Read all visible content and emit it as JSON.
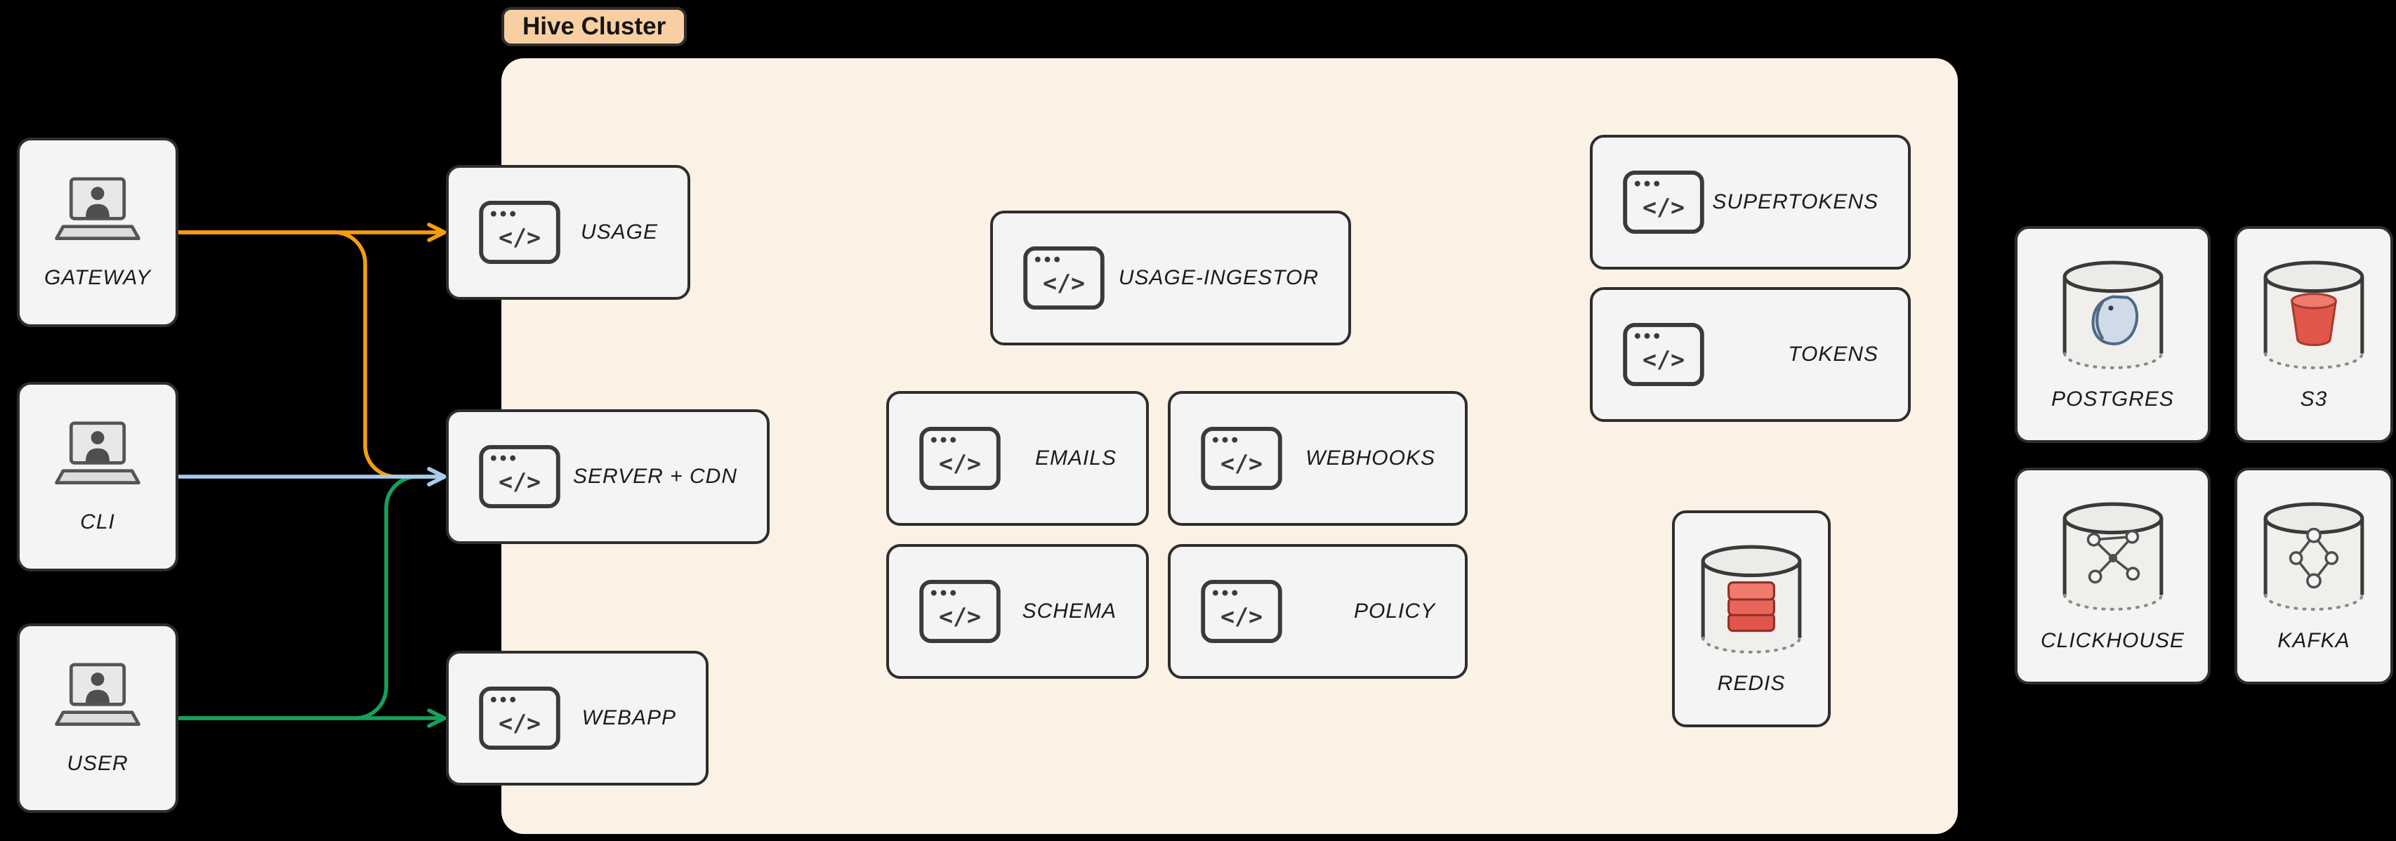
{
  "cluster": {
    "label": "Hive Cluster",
    "bg": "#fcf1e5",
    "tag_bg": "#f8cfa2"
  },
  "icons": {
    "code_glyph": "</>"
  },
  "nodes": {
    "gateway": {
      "label": "GATEWAY"
    },
    "cli": {
      "label": "CLI"
    },
    "user": {
      "label": "USER"
    },
    "usage": {
      "label": "USAGE"
    },
    "server_cdn": {
      "label": "SERVER + CDN"
    },
    "webapp": {
      "label": "WEBAPP"
    },
    "usage_ingestor": {
      "label": "USAGE-INGESTOR"
    },
    "emails": {
      "label": "EMAILS"
    },
    "webhooks": {
      "label": "WEBHOOKS"
    },
    "schema": {
      "label": "SCHEMA"
    },
    "policy": {
      "label": "POLICY"
    },
    "supertokens": {
      "label": "SUPERTOKENS"
    },
    "tokens": {
      "label": "TOKENS"
    },
    "redis": {
      "label": "REDIS"
    },
    "postgres": {
      "label": "POSTGRES"
    },
    "s3": {
      "label": "S3"
    },
    "clickhouse": {
      "label": "CLICKHOUSE"
    },
    "kafka": {
      "label": "KAFKA"
    }
  },
  "edges": [
    {
      "from": "GATEWAY",
      "to": "USAGE",
      "color": "#F59E0B"
    },
    {
      "from": "GATEWAY",
      "to": "SERVER + CDN",
      "color": "#F59E0B"
    },
    {
      "from": "CLI",
      "to": "SERVER + CDN",
      "color": "#A8CBF0"
    },
    {
      "from": "USER",
      "to": "SERVER + CDN",
      "color": "#16A05A"
    },
    {
      "from": "USER",
      "to": "WEBAPP",
      "color": "#16A05A"
    }
  ],
  "colors": {
    "background": "#000000",
    "node_bg": "#f4f4f4",
    "node_border": "#2e2e2e",
    "cluster_bg": "#fcf1e5",
    "tag_bg": "#f8cfa2",
    "edge_orange": "#F59E0B",
    "edge_blue": "#A8CBF0",
    "edge_green": "#16A05A",
    "redis_red": "#e0564a",
    "s3_red": "#e0564a",
    "postgres_blue": "#cfdce8"
  }
}
